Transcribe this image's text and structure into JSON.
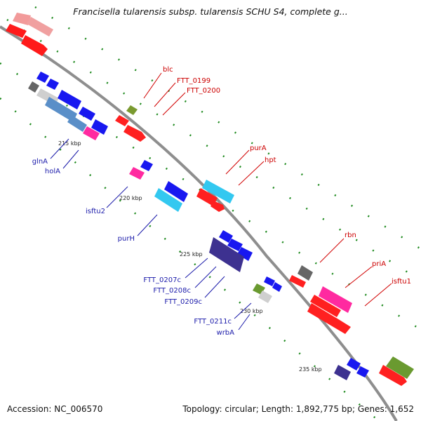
{
  "title": "Francisella tularensis subsp. tularensis SCHU S4, complete g...",
  "footer": {
    "accession": "Accession: NC_006570",
    "summary": "Topology: circular; Length: 1,892,775 bp; Genes: 1,652"
  },
  "ticks": [
    "215 kbp",
    "220 kbp",
    "225 kbp",
    "230 kbp",
    "235 kbp"
  ],
  "genes_forward": [
    "blc",
    "FTT_0199",
    "FTT_0200",
    "purA",
    "hpt",
    "rbn",
    "priA",
    "isftu1"
  ],
  "genes_reverse": [
    "glnA",
    "holA",
    "isftu2",
    "purH",
    "FTT_0207c",
    "FTT_0208c",
    "FTT_0209c",
    "FTT_0211c",
    "wrbA"
  ],
  "colors": {
    "forward_label": "#cc0000",
    "reverse_label": "#1a1aaa",
    "backbone": "#999999",
    "tick_mark": "#1e8a1e"
  }
}
